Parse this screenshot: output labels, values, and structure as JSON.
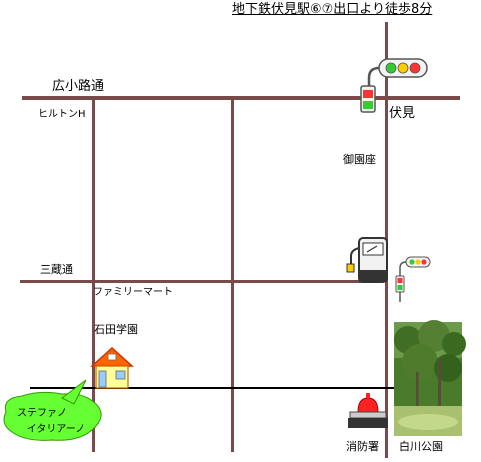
{
  "header": {
    "access_note": "地下鉄伏見駅⑥⑦出口より徒歩8分"
  },
  "streets": {
    "hirokoji": "広小路通",
    "mikura": "三蔵通"
  },
  "places": {
    "hilton": "ヒルトンH",
    "fushimi": "伏見",
    "misonoza": "御園座",
    "familymart": "ファミリーマート",
    "ishida": "石田学園",
    "fire_station": "消防署",
    "shirakawa_park": "白川公園"
  },
  "shop": {
    "line1": "ステファノ",
    "line2": "イタリアーノ"
  },
  "colors": {
    "road_main": "#7a4a4a",
    "road_thin": "#000000",
    "bubble_fill": "#66ff33",
    "house_roof": "#ff6600",
    "house_wall": "#ffff99",
    "light_red": "#ff3333",
    "light_green": "#33cc33",
    "light_yellow": "#ffcc00"
  },
  "icons": [
    "traffic-light-icon",
    "gas-station-icon",
    "house-icon",
    "fire-station-icon",
    "park-photo",
    "speech-bubble"
  ]
}
